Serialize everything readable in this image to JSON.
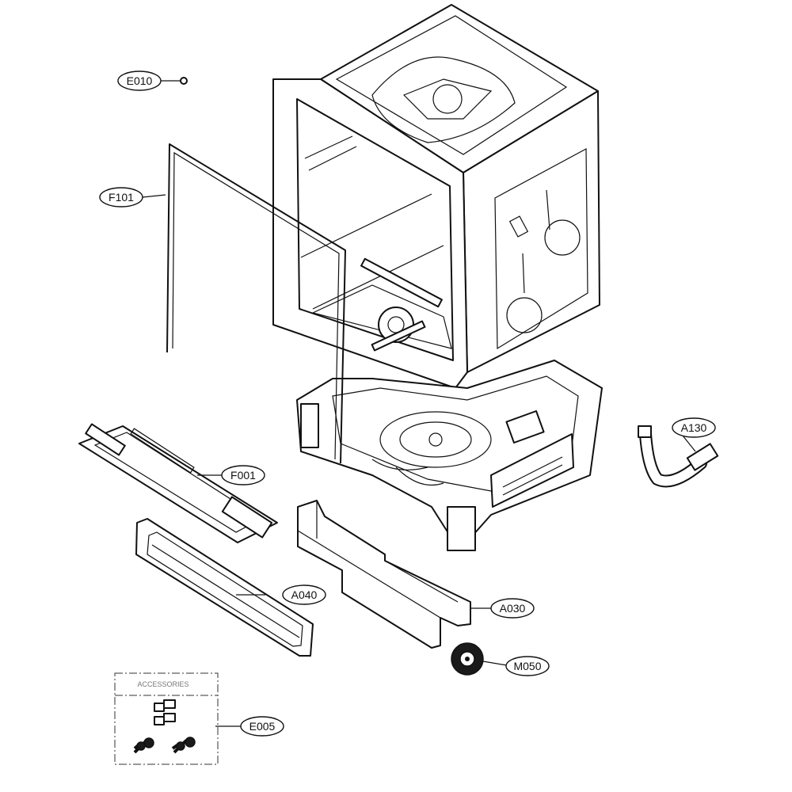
{
  "callouts": {
    "e010": "E010",
    "f101": "F101",
    "f001": "F001",
    "a130": "A130",
    "a040": "A040",
    "a030": "A030",
    "m050": "M050",
    "e005": "E005"
  },
  "accessories": {
    "title": "ACCESSORIES"
  }
}
